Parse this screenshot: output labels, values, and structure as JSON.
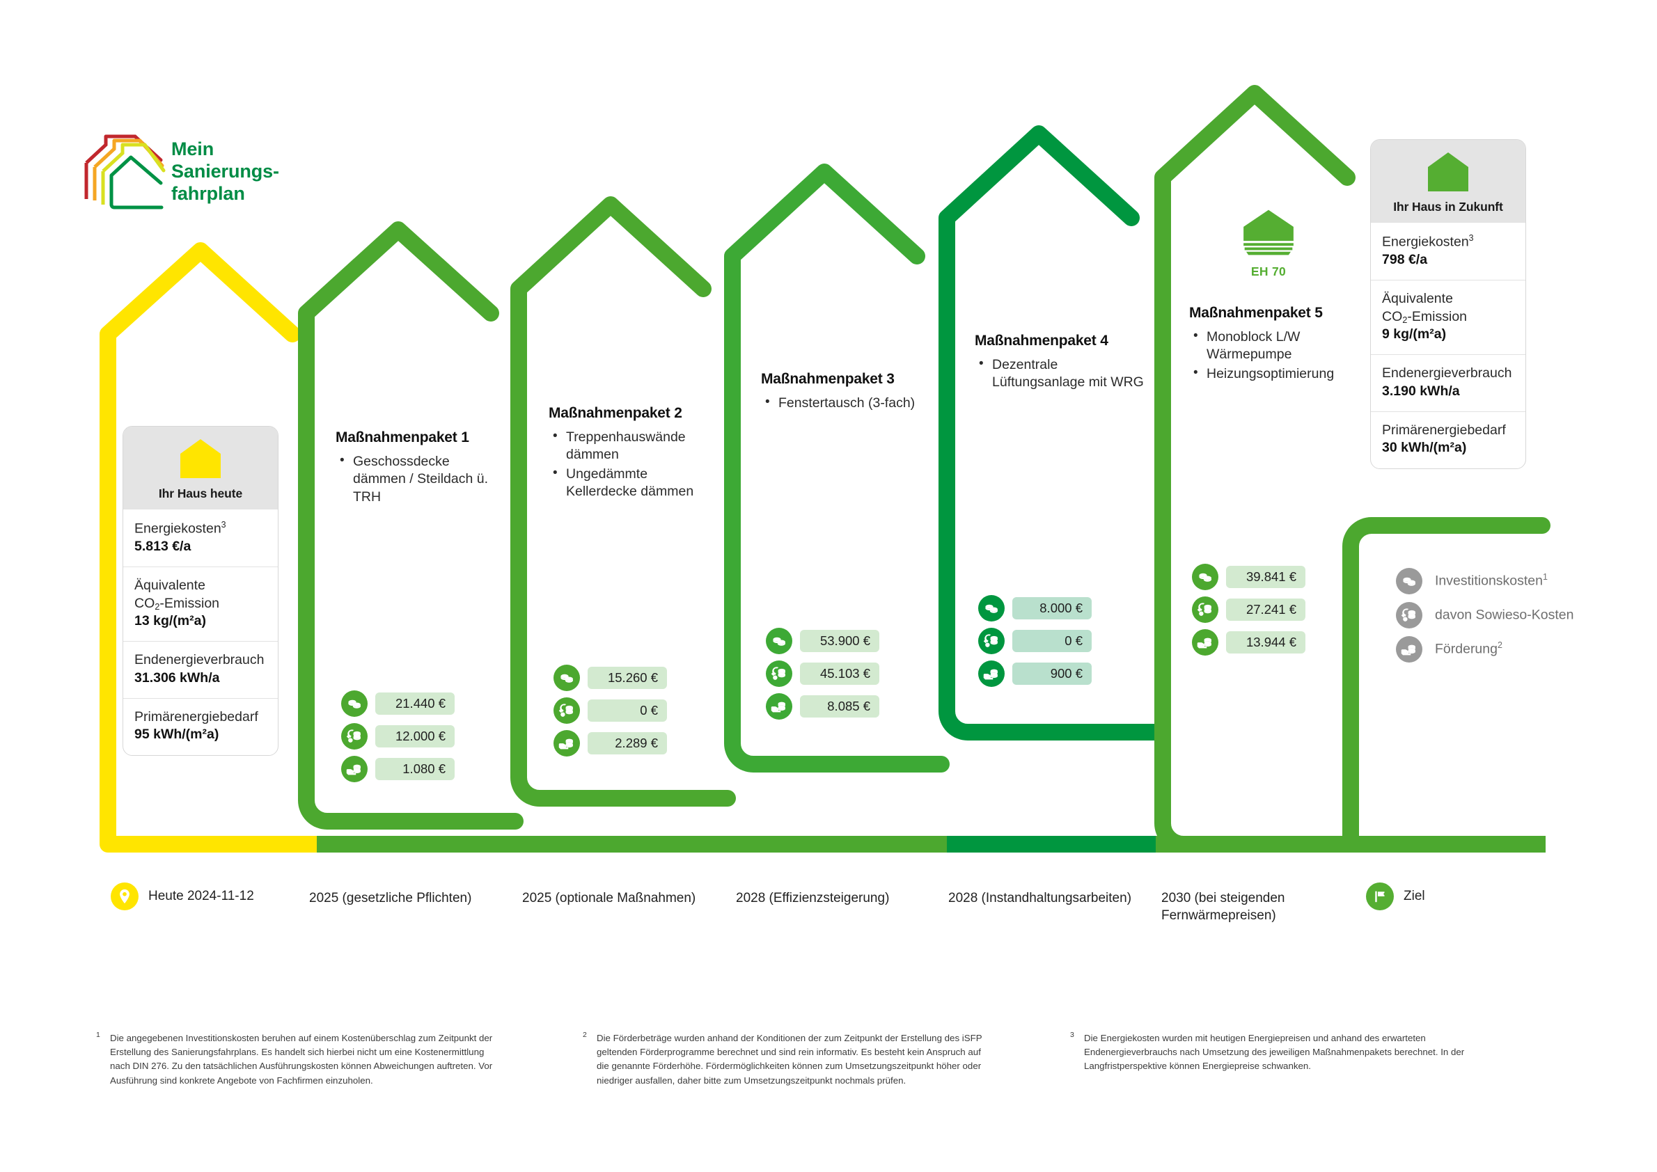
{
  "logo": {
    "line1": "Mein",
    "line2": "Sanierungs-",
    "line3": "fahrplan",
    "mark_colors": [
      "#C1272D",
      "#F5A623",
      "#D9E021",
      "#009245"
    ],
    "text_color": "#008C45"
  },
  "colors": {
    "today_yellow": "#FFE500",
    "green_light": "#55AE32",
    "green_mid": "#4CA82F",
    "green_dark": "#00963F",
    "green_deepest": "#008C45",
    "pill_light": "#d3ead0",
    "pill_dark": "#b9e0cd",
    "legend_gray": "#9a9a9a",
    "card_head_gray": "#e4e4e4"
  },
  "card_today": {
    "icon": "house-filled-yellow-icon",
    "title": "Ihr Haus heute",
    "rows": [
      {
        "label": "Energiekosten",
        "sup": "3",
        "value": "5.813 €/a"
      },
      {
        "label": "Äquivalente",
        "label2_pre": "CO",
        "label2_sub": "2",
        "label2_post": "-Emission",
        "value": "13 kg/(m²a)"
      },
      {
        "label": "Endenergieverbrauch",
        "value": "31.306 kWh/a"
      },
      {
        "label": "Primärenergiebedarf",
        "value": "95 kWh/(m²a)"
      }
    ]
  },
  "card_future": {
    "icon": "house-filled-green-icon",
    "title": "Ihr Haus in Zukunft",
    "rows": [
      {
        "label": "Energiekosten",
        "sup": "3",
        "value": "798 €/a"
      },
      {
        "label": "Äquivalente",
        "label2_pre": "CO",
        "label2_sub": "2",
        "label2_post": "-Emission",
        "value": "9 kg/(m²a)"
      },
      {
        "label": "Endenergieverbrauch",
        "value": "3.190 kWh/a"
      },
      {
        "label": "Primärenergiebedarf",
        "value": "30 kWh/(m²a)"
      }
    ]
  },
  "packages": [
    {
      "title": "Maßnahmenpaket 1",
      "measures": [
        "Geschossdecke dämmen / Steildach ü. TRH"
      ],
      "costs": [
        {
          "icon": "coins-stack-icon",
          "value": "21.440 €"
        },
        {
          "icon": "wrench-coins-icon",
          "value": "12.000 €"
        },
        {
          "icon": "hand-coins-icon",
          "value": "1.080 €"
        }
      ]
    },
    {
      "title": "Maßnahmenpaket 2",
      "measures": [
        "Treppenhauswände dämmen",
        "Ungedämmte Kellerdecke dämmen"
      ],
      "costs": [
        {
          "icon": "coins-stack-icon",
          "value": "15.260 €"
        },
        {
          "icon": "wrench-coins-icon",
          "value": "0 €"
        },
        {
          "icon": "hand-coins-icon",
          "value": "2.289 €"
        }
      ]
    },
    {
      "title": "Maßnahmenpaket 3",
      "measures": [
        "Fenstertausch (3-fach)"
      ],
      "costs": [
        {
          "icon": "coins-stack-icon",
          "value": "53.900 €"
        },
        {
          "icon": "wrench-coins-icon",
          "value": "45.103 €"
        },
        {
          "icon": "hand-coins-icon",
          "value": "8.085 €"
        }
      ]
    },
    {
      "title": "Maßnahmenpaket 4",
      "measures": [
        "Dezentrale Lüftungsanlage mit WRG"
      ],
      "costs": [
        {
          "icon": "coins-stack-icon",
          "value": "8.000 €"
        },
        {
          "icon": "wrench-coins-icon",
          "value": "0 €"
        },
        {
          "icon": "hand-coins-icon",
          "value": "900 €"
        }
      ]
    },
    {
      "title": "Maßnahmenpaket 5",
      "measures": [
        "Monoblock L/W Wärmepumpe",
        "Heizungsoptimierung"
      ],
      "costs": [
        {
          "icon": "coins-stack-icon",
          "value": "39.841 €"
        },
        {
          "icon": "wrench-coins-icon",
          "value": "27.241 €"
        },
        {
          "icon": "hand-coins-icon",
          "value": "13.944 €"
        }
      ]
    }
  ],
  "eh_badge": {
    "icon": "efficiency-house-icon",
    "label": "EH 70"
  },
  "legend": {
    "items": [
      {
        "icon": "coins-stack-icon",
        "label": "Investitionskosten",
        "sup": "1"
      },
      {
        "icon": "wrench-coins-icon",
        "label": "davon Sowieso-Kosten",
        "sup": ""
      },
      {
        "icon": "hand-coins-icon",
        "label": "Förderung",
        "sup": "2"
      }
    ]
  },
  "timeline": {
    "start_marker": {
      "icon": "map-pin-icon",
      "label": "Heute 2024-11-12"
    },
    "end_marker": {
      "icon": "flag-icon",
      "label": "Ziel"
    },
    "labels": [
      "2025 (gesetzliche Pflichten)",
      "2025 (optionale Maßnahmen)",
      "2028 (Effizienzsteigerung)",
      "2028 (Instandhaltungsarbeiten)",
      "2030 (bei steigenden Fernwärmepreisen)"
    ]
  },
  "footnotes": [
    {
      "num": "1",
      "text": "Die angegebenen Investitionskosten beruhen auf einem Kostenüberschlag zum Zeitpunkt der Erstellung des Sanierungsfahrplans. Es handelt sich hierbei nicht um eine Kostenermittlung nach DIN 276. Zu den tatsächlichen Ausführungskosten können Abweichungen auftreten. Vor Ausführung sind konkrete Angebote von Fachfirmen einzuholen."
    },
    {
      "num": "2",
      "text": "Die Förderbeträge wurden anhand der Konditionen der zum Zeitpunkt der Erstellung des iSFP geltenden Förderprogramme berechnet und sind rein informativ. Es besteht kein Anspruch auf die genannte Förderhöhe. Fördermöglichkeiten können zum Umsetzungszeitpunkt höher oder niedriger ausfallen, daher bitte zum Umsetzungszeitpunkt nochmals prüfen."
    },
    {
      "num": "3",
      "text": "Die Energiekosten wurden mit heutigen Energiepreisen und anhand des erwarteten Endenergieverbrauchs nach Umsetzung des jeweiligen Maßnahmenpakets berechnet. In der Langfristperspektive können Energiepreise schwanken."
    }
  ]
}
